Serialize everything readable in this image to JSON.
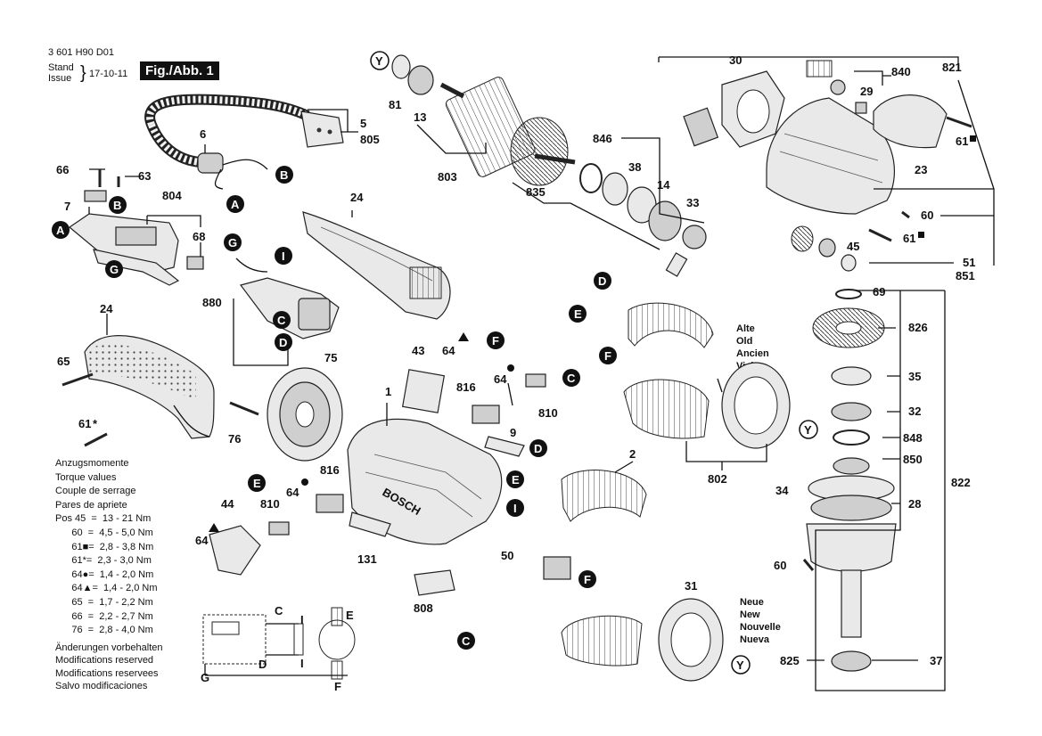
{
  "header": {
    "doc_number": "3 601 H90 D01",
    "stand": "Stand",
    "issue": "Issue",
    "date": "17-10-11",
    "fig_label": "Fig./Abb. 1"
  },
  "torque": {
    "titles": [
      "Anzugsmomente",
      "Torque values",
      "Couple de serrage",
      "Pares de apriete"
    ],
    "rows": [
      "Pos 45  =  13 - 21 Nm",
      "      60  =  4,5 - 5,0 Nm",
      "      61■=  2,8 - 3,8 Nm",
      "      61*=  2,3 - 3,0 Nm",
      "      64●=  1,4 - 2,0 Nm",
      "      64▲=  1,4 - 2,0 Nm",
      "      65  =  1,7 - 2,2 Nm",
      "      66  =  2,2 - 2,7 Nm",
      "      76  =  2,8 - 4,0 Nm"
    ]
  },
  "notes": [
    "Änderungen vorbehalten",
    "Modifications reserved",
    "Modifications reservees",
    "Salvo modificaciones"
  ],
  "old_label": [
    "Alte",
    "Old",
    "Ancien",
    "Vieja"
  ],
  "new_label": [
    "Neue",
    "New",
    "Nouvelle",
    "Nueva"
  ],
  "brand_text": "BOSCH",
  "parts": {
    "p1": "1",
    "p2": "2",
    "p5": "5",
    "p805": "805",
    "p6": "6",
    "p7": "7",
    "p9": "9",
    "p13": "13",
    "p14": "14",
    "p23": "23",
    "p24a": "24",
    "p24b": "24",
    "p28": "28",
    "p29": "29",
    "p30": "30",
    "p31": "31",
    "p32": "32",
    "p33": "33",
    "p34": "34",
    "p35": "35",
    "p37": "37",
    "p38": "38",
    "p43": "43",
    "p44": "44",
    "p45": "45",
    "p50": "50",
    "p51": "51",
    "p851": "851",
    "p60a": "60",
    "p60b": "60",
    "p61a": "61",
    "p61b": "61",
    "p61c": "61",
    "p63": "63",
    "p64a": "64",
    "p64b": "64",
    "p64c": "64",
    "p64d": "64",
    "p65": "65",
    "p66": "66",
    "p68": "68",
    "p69": "69",
    "p75": "75",
    "p76": "76",
    "p81": "81",
    "p131": "131",
    "p802": "802",
    "p803": "803",
    "p804": "804",
    "p808": "808",
    "p810a": "810",
    "p810b": "810",
    "p816a": "816",
    "p816b": "816",
    "p821": "821",
    "p822": "822",
    "p825": "825",
    "p826": "826",
    "p835": "835",
    "p840": "840",
    "p846": "846",
    "p848": "848",
    "p850": "850",
    "p880": "880"
  },
  "markers": {
    "A": "A",
    "B": "B",
    "C": "C",
    "D": "D",
    "E": "E",
    "F": "F",
    "G": "G",
    "I": "I",
    "Y": "Y"
  },
  "wiring": {
    "C": "C",
    "D": "D",
    "E": "E",
    "F": "F",
    "G": "G",
    "I1": "I",
    "I2": "I"
  }
}
